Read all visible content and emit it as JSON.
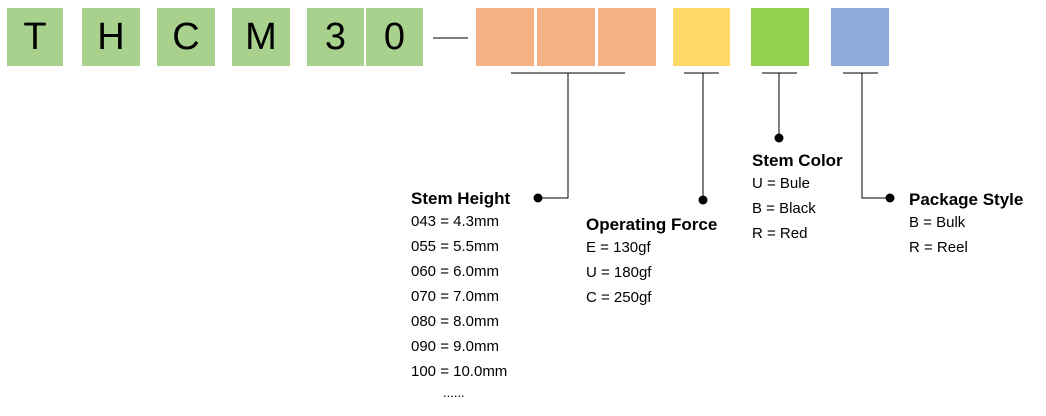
{
  "code": {
    "letters": [
      "T",
      "H",
      "C",
      "M",
      "3",
      "0"
    ],
    "separator": "—"
  },
  "colors": {
    "prefix": "#a9d18e",
    "stem_height": "#f4b183",
    "operating_force": "#ffd966",
    "stem_color": "#92d050",
    "package_style": "#8faadc"
  },
  "stem_height": {
    "title": "Stem Height",
    "options": [
      "043 = 4.3mm",
      "055 = 5.5mm",
      "060 = 6.0mm",
      "070 = 7.0mm",
      "080 = 8.0mm",
      "090 = 9.0mm",
      "100 = 10.0mm"
    ],
    "more": "......"
  },
  "operating_force": {
    "title": "Operating Force",
    "options": [
      "E = 130gf",
      "U = 180gf",
      "C = 250gf"
    ]
  },
  "stem_color": {
    "title": "Stem Color",
    "options": [
      "U = Bule",
      "B = Black",
      "R = Red"
    ]
  },
  "package_style": {
    "title": "Package Style",
    "options": [
      "B = Bulk",
      "R = Reel"
    ]
  }
}
